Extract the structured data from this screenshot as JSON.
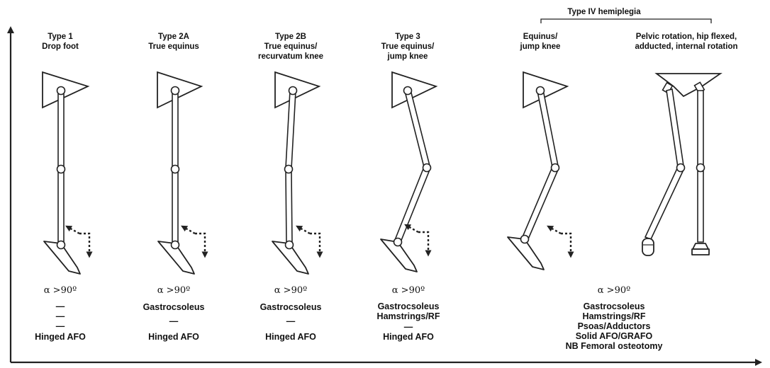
{
  "bracket_title": "Type IV hemiplegia",
  "groups": [
    {
      "title": [
        "Type 1",
        "Drop foot"
      ],
      "alpha": "α >90º",
      "rows": [
        "—",
        "—",
        "—",
        "Hinged AFO"
      ]
    },
    {
      "title": [
        "Type 2A",
        "True equinus"
      ],
      "alpha": "α >90º",
      "rows": [
        "Gastrocsoleus",
        "—",
        "Hinged AFO"
      ]
    },
    {
      "title": [
        "Type 2B",
        "True equinus/",
        "recurvatum knee"
      ],
      "alpha": "α >90º",
      "rows": [
        "Gastrocsoleus",
        "—",
        "Hinged AFO"
      ]
    },
    {
      "title": [
        "Type 3",
        "True equinus/",
        "jump knee"
      ],
      "alpha": "α >90º",
      "rows": [
        "Gastrocsoleus",
        "Hamstrings/RF",
        "—",
        "Hinged AFO"
      ]
    },
    {
      "title": [
        "Equinus/",
        "jump knee"
      ]
    },
    {
      "title": [
        "Pelvic rotation, hip flexed,",
        "adducted, internal rotation"
      ]
    }
  ],
  "type4_bottom": {
    "alpha": "α >90º",
    "rows": [
      "Gastrocsoleus",
      "Hamstrings/RF",
      "Psoas/Adductors",
      "Solid AFO/GRAFO",
      "NB Femoral osteotomy"
    ]
  }
}
